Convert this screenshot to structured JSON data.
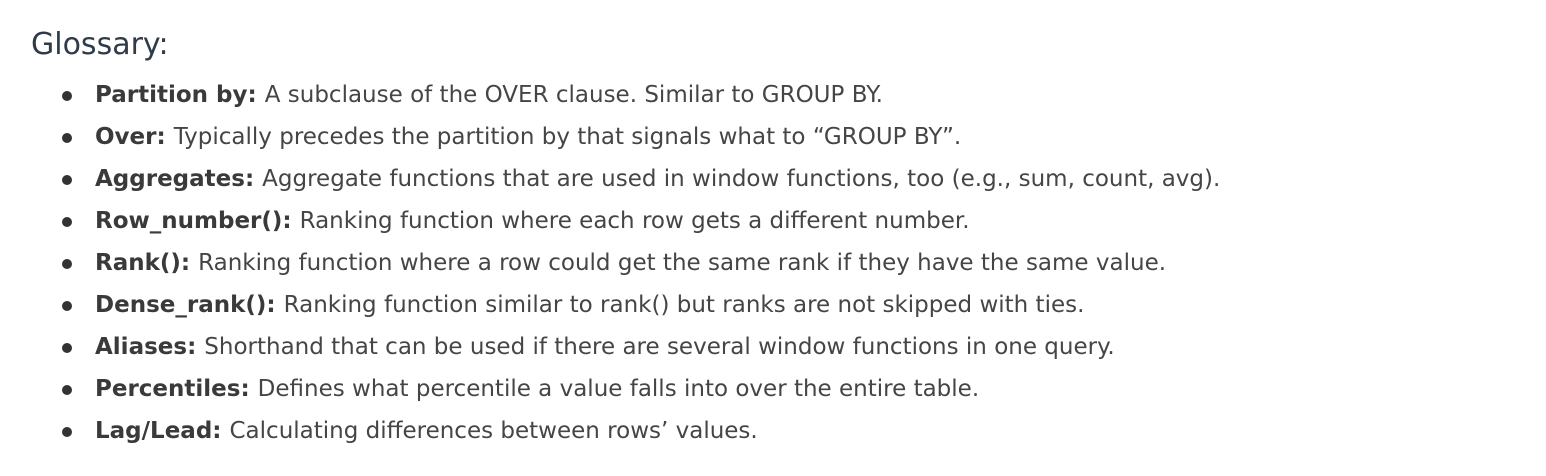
{
  "glossary": {
    "heading": "Glossary:",
    "items": [
      {
        "term": "Partition by:",
        "definition": "A subclause of the OVER clause. Similar to GROUP BY."
      },
      {
        "term": "Over:",
        "definition": "Typically precedes the partition by that signals what to “GROUP BY”."
      },
      {
        "term": "Aggregates:",
        "definition": "Aggregate functions that are used in window functions, too (e.g., sum, count, avg)."
      },
      {
        "term": "Row_number():",
        "definition": "Ranking function where each row gets a different number."
      },
      {
        "term": "Rank():",
        "definition": "Ranking function where a row could get the same rank if they have the same value."
      },
      {
        "term": "Dense_rank():",
        "definition": "Ranking function similar to rank() but ranks are not skipped with ties."
      },
      {
        "term": "Aliases:",
        "definition": "Shorthand that can be used if there are several window functions in one query."
      },
      {
        "term": "Percentiles:",
        "definition": "Defines what percentile a value falls into over the entire table."
      },
      {
        "term": "Lag/Lead:",
        "definition": "Calculating differences between rows’ values."
      }
    ]
  }
}
